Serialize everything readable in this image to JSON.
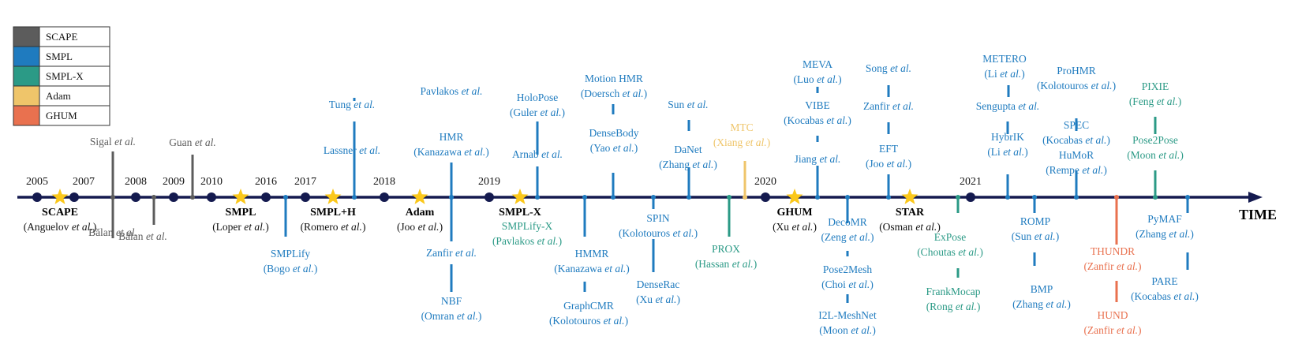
{
  "colors": {
    "SCAPE": "#5c5c5c",
    "SMPL": "#1f7bbf",
    "SMPL-X": "#2b9a86",
    "Adam": "#efc56a",
    "GHUM": "#e9714f",
    "axis": "#141a4f",
    "node": "#141a4f",
    "star": "#fbc81b"
  },
  "legend": [
    {
      "label": "SCAPE",
      "key": "SCAPE"
    },
    {
      "label": "SMPL",
      "key": "SMPL"
    },
    {
      "label": "SMPL-X",
      "key": "SMPL-X"
    },
    {
      "label": "Adam",
      "key": "Adam"
    },
    {
      "label": "GHUM",
      "key": "GHUM"
    }
  ],
  "axis_label": "TIME",
  "years": [
    "2005",
    "2007",
    "2008",
    "2009",
    "2010",
    "2016",
    "2017",
    "2018",
    "2019",
    "2020",
    "2021"
  ],
  "models": [
    {
      "name": "SCAPE",
      "author": "Anguelov",
      "year": "2005"
    },
    {
      "name": "SMPL",
      "author": "Loper",
      "year": "2016"
    },
    {
      "name": "SMPL+H",
      "author": "Romero",
      "year": "2017"
    },
    {
      "name": "Adam",
      "author": "Joo",
      "year": "2018"
    },
    {
      "name": "SMPL-X",
      "author": "",
      "year": "2019"
    },
    {
      "name": "GHUM",
      "author": "Xu",
      "year": "2020"
    },
    {
      "name": "STAR",
      "author": "Osman",
      "year": "2020"
    }
  ],
  "methods": [
    {
      "name": "",
      "author": "Sigal",
      "model": "SCAPE"
    },
    {
      "name": "",
      "author": "Bălan",
      "model": "SCAPE"
    },
    {
      "name": "",
      "author": "Bălan",
      "model": "SCAPE"
    },
    {
      "name": "",
      "author": "Guan",
      "model": "SCAPE"
    },
    {
      "name": "SMPLify",
      "author": "Bogo",
      "model": "SMPL"
    },
    {
      "name": "",
      "author": "Tung",
      "model": "SMPL"
    },
    {
      "name": "",
      "author": "Lassner",
      "model": "SMPL"
    },
    {
      "name": "",
      "author": "Pavlakos",
      "model": "SMPL"
    },
    {
      "name": "HMR",
      "author": "Kanazawa",
      "model": "SMPL"
    },
    {
      "name": "",
      "author": "Zanfir",
      "model": "SMPL"
    },
    {
      "name": "NBF",
      "author": "Omran",
      "model": "SMPL"
    },
    {
      "name": "HoloPose",
      "author": "Guler",
      "model": "SMPL"
    },
    {
      "name": "",
      "author": "Arnab",
      "model": "SMPL"
    },
    {
      "name": "SMPLify-X",
      "author": "Pavlakos",
      "model": "SMPL-X"
    },
    {
      "name": "HMMR",
      "author": "Kanazawa",
      "model": "SMPL"
    },
    {
      "name": "GraphCMR",
      "author": "Kolotouros",
      "model": "SMPL"
    },
    {
      "name": "Motion HMR",
      "author": "Doersch",
      "model": "SMPL"
    },
    {
      "name": "DenseBody",
      "author": "Yao",
      "model": "SMPL"
    },
    {
      "name": "SPIN",
      "author": "Kolotouros",
      "model": "SMPL"
    },
    {
      "name": "DenseRac",
      "author": "Xu",
      "model": "SMPL"
    },
    {
      "name": "",
      "author": "Sun",
      "model": "SMPL"
    },
    {
      "name": "DaNet",
      "author": "Zhang",
      "model": "SMPL"
    },
    {
      "name": "MTC",
      "author": "Xiang",
      "model": "Adam"
    },
    {
      "name": "PROX",
      "author": "Hassan",
      "model": "SMPL-X"
    },
    {
      "name": "MEVA",
      "author": "Luo",
      "model": "SMPL"
    },
    {
      "name": "VIBE",
      "author": "Kocabas",
      "model": "SMPL"
    },
    {
      "name": "",
      "author": "Jiang",
      "model": "SMPL"
    },
    {
      "name": "DecoMR",
      "author": "Zeng",
      "model": "SMPL"
    },
    {
      "name": "Pose2Mesh",
      "author": "Choi",
      "model": "SMPL"
    },
    {
      "name": "I2L-MeshNet",
      "author": "Moon",
      "model": "SMPL"
    },
    {
      "name": "",
      "author": "Song",
      "model": "SMPL"
    },
    {
      "name": "",
      "author": "Zanfir",
      "model": "SMPL"
    },
    {
      "name": "EFT",
      "author": "Joo",
      "model": "SMPL"
    },
    {
      "name": "ExPose",
      "author": "Choutas",
      "model": "SMPL-X"
    },
    {
      "name": "FrankMocap",
      "author": "Rong",
      "model": "SMPL-X"
    },
    {
      "name": "METERO",
      "author": "Li",
      "model": "SMPL"
    },
    {
      "name": "",
      "author": "Sengupta",
      "model": "SMPL"
    },
    {
      "name": "HybrIK",
      "author": "Li",
      "model": "SMPL"
    },
    {
      "name": "ROMP",
      "author": "Sun",
      "model": "SMPL"
    },
    {
      "name": "BMP",
      "author": "Zhang",
      "model": "SMPL"
    },
    {
      "name": "ProHMR",
      "author": "Kolotouros",
      "model": "SMPL"
    },
    {
      "name": "SPEC",
      "author": "Kocabas",
      "model": "SMPL"
    },
    {
      "name": "HuMoR",
      "author": "Rempe",
      "model": "SMPL"
    },
    {
      "name": "THUNDR",
      "author": "Zanfir",
      "model": "GHUM"
    },
    {
      "name": "HUND",
      "author": "Zanfir",
      "model": "GHUM"
    },
    {
      "name": "PIXIE",
      "author": "Feng",
      "model": "SMPL-X"
    },
    {
      "name": "Pose2Pose",
      "author": "Moon",
      "model": "SMPL-X"
    },
    {
      "name": "PyMAF",
      "author": "Zhang",
      "model": "SMPL"
    },
    {
      "name": "PARE",
      "author": "Kocabas",
      "model": "SMPL"
    }
  ]
}
